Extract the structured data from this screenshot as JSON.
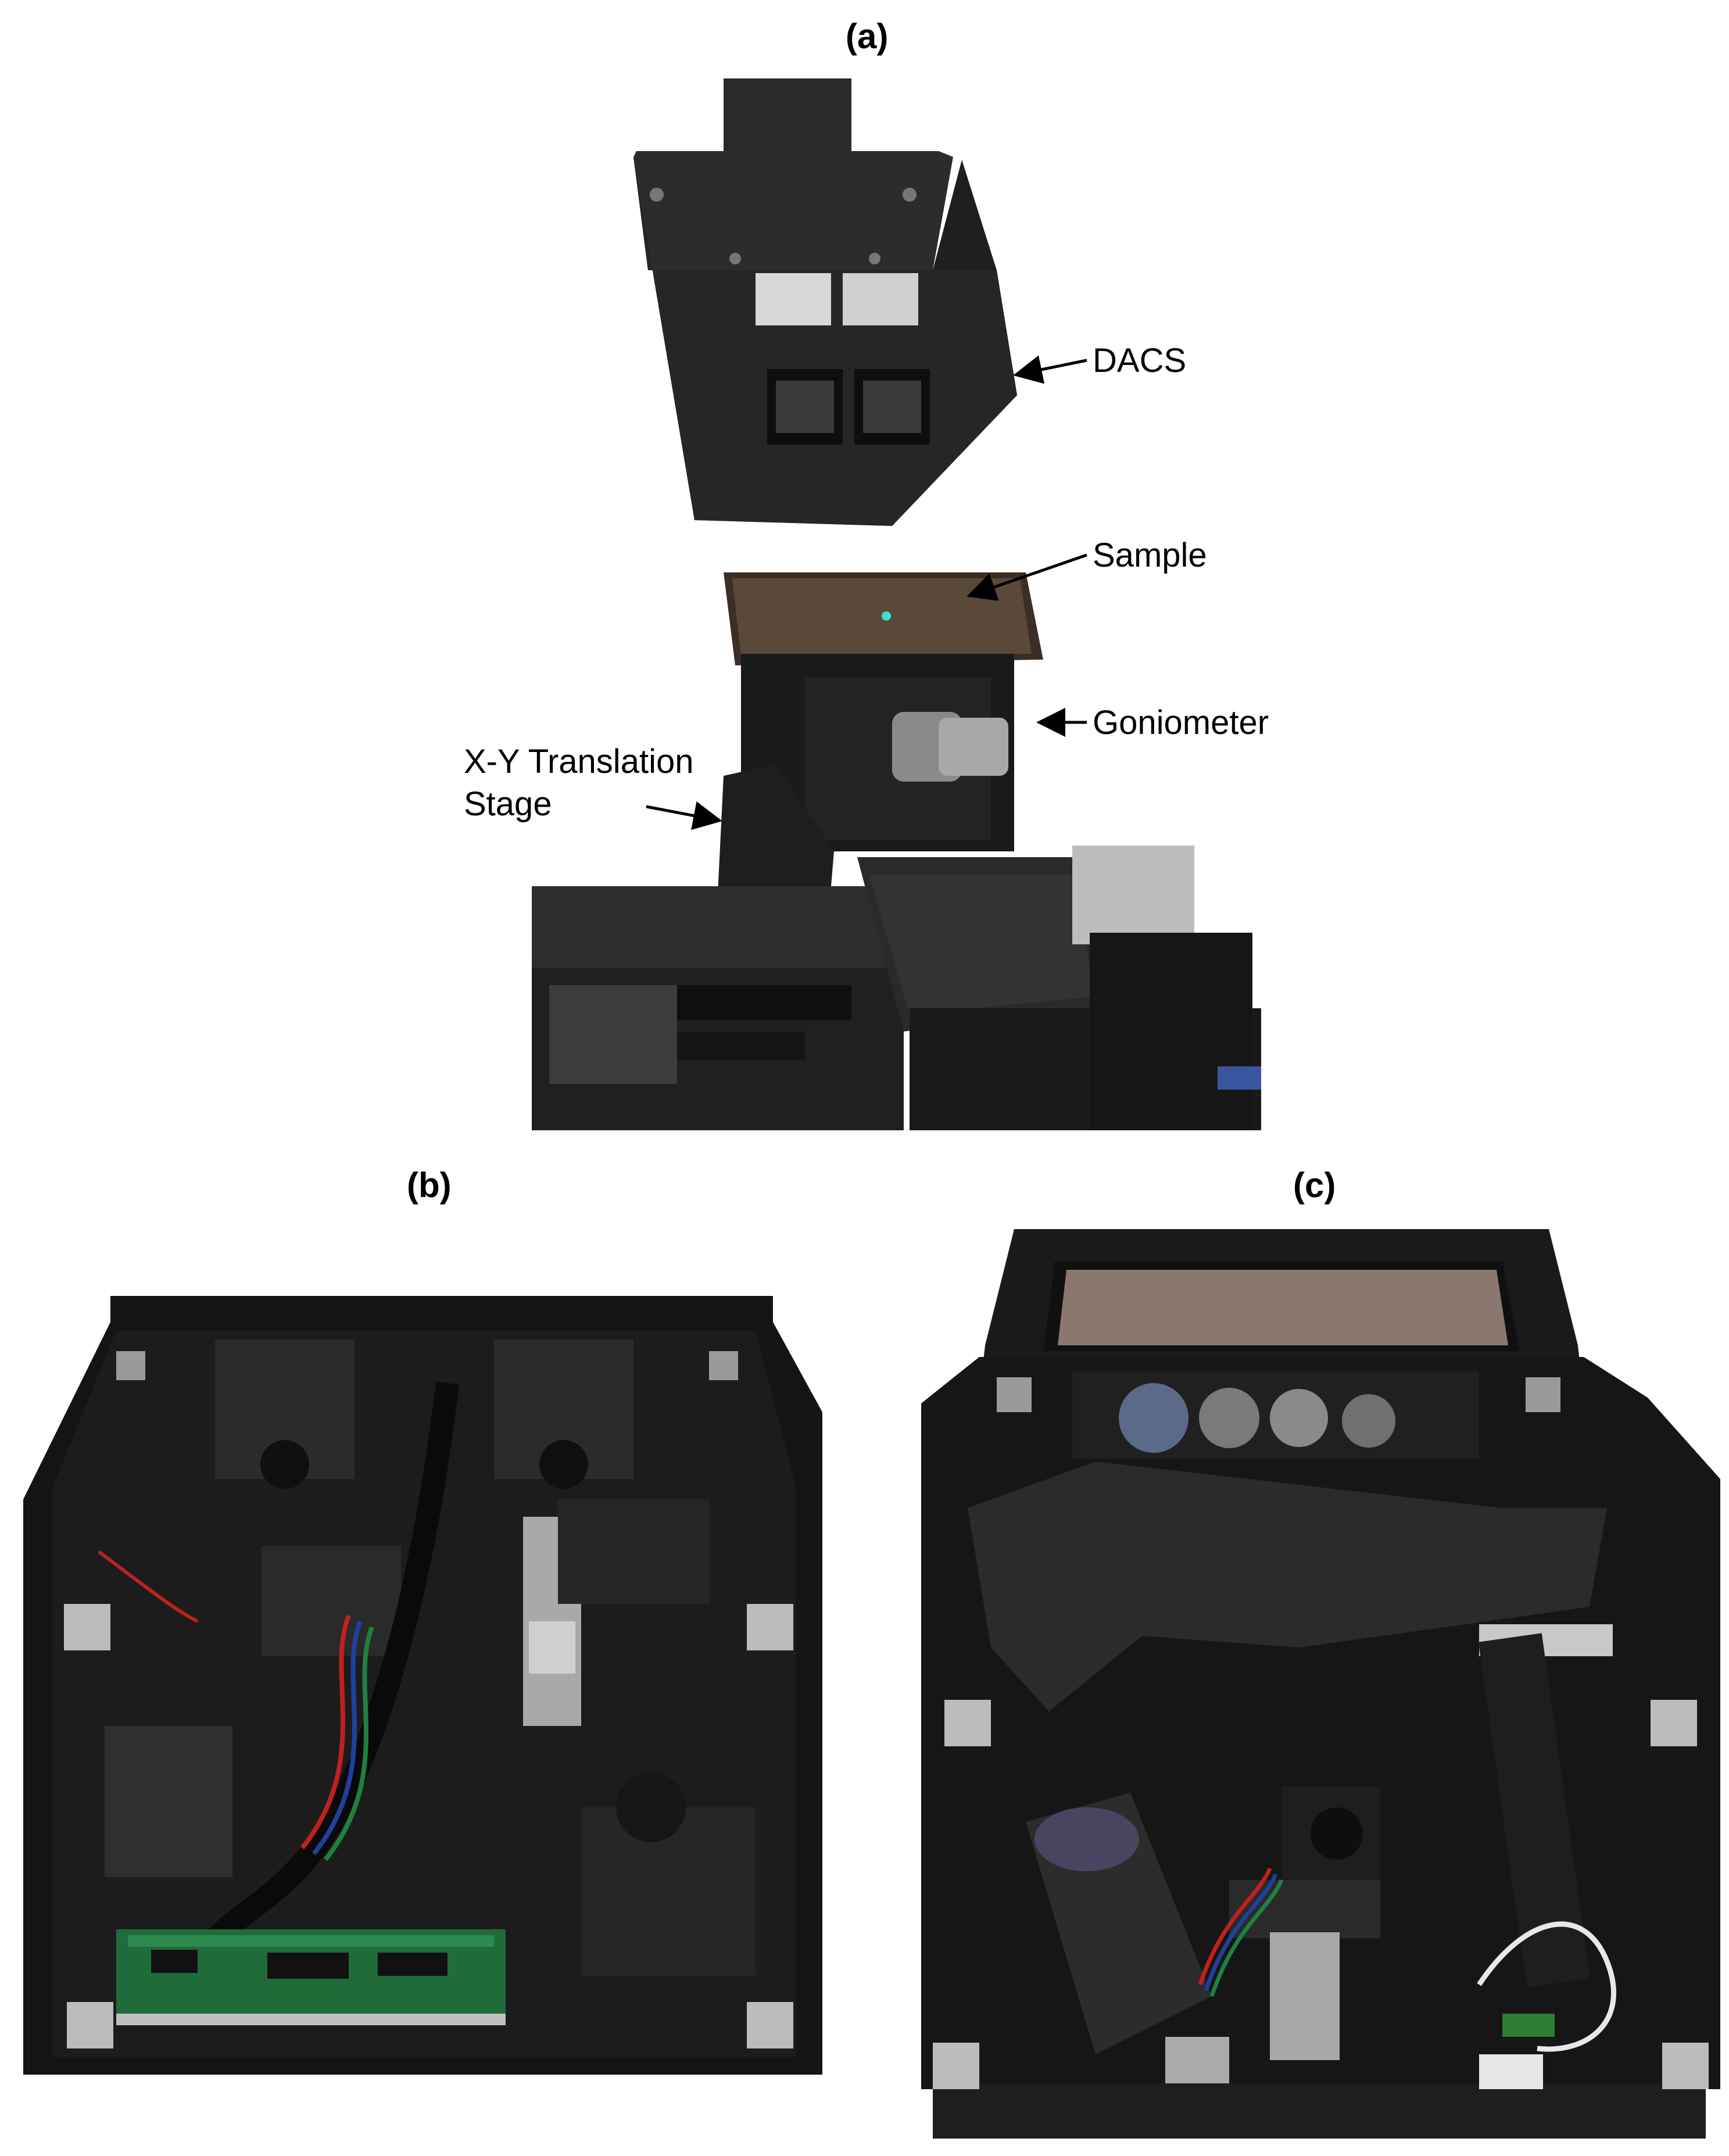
{
  "panels": {
    "a": {
      "label": "(a)"
    },
    "b": {
      "label": "(b)"
    },
    "c": {
      "label": "(c)"
    }
  },
  "annotations": {
    "dacs": "DACS",
    "sample": "Sample",
    "goniometer": "Goniometer",
    "translation_line1": "X-Y Translation",
    "translation_line2": "Stage"
  },
  "colors": {
    "instrument_black": "#1c1c1c",
    "mount_white": "#e6e2d8",
    "pcb_green": "#1f6b3a",
    "aluminum": "#b8b8b8"
  }
}
